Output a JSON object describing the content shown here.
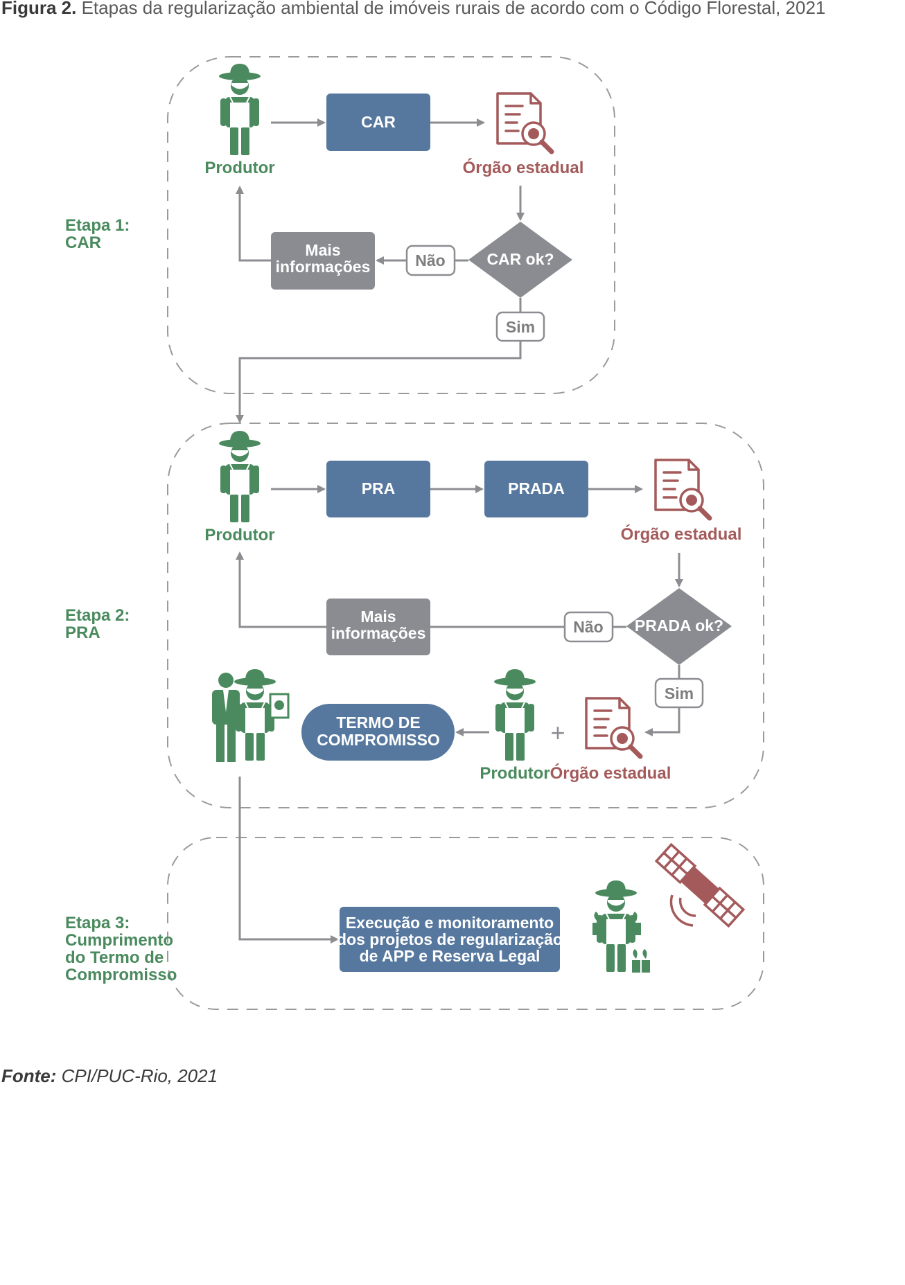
{
  "caption": {
    "label": "Figura 2.",
    "text": " Etapas da regularização ambiental de imóveis rurais de acordo com o Código Florestal, 2021"
  },
  "stages": {
    "s1_line1": "Etapa 1:",
    "s1_line2": "CAR",
    "s2_line1": "Etapa 2:",
    "s2_line2": "PRA",
    "s3_line1": "Etapa 3:",
    "s3_line2": "Cumprimento",
    "s3_line3": "do Termo de",
    "s3_line4": "Compromisso"
  },
  "actors": {
    "produtor": "Produtor",
    "orgao": "Órgão estadual"
  },
  "boxes": {
    "car": "CAR",
    "pra": "PRA",
    "prada": "PRADA",
    "mais_line1": "Mais",
    "mais_line2": "informações",
    "termo_line1": "TERMO DE",
    "termo_line2": "COMPROMISSO",
    "exec_line1": "Execução e monitoramento",
    "exec_line2": "dos projetos de regularização",
    "exec_line3": "de APP e Reserva Legal"
  },
  "decisions": {
    "car_ok": "CAR ok?",
    "prada_ok": "PRADA ok?"
  },
  "tags": {
    "nao": "Não",
    "sim": "Sim"
  },
  "plus": "+",
  "source": {
    "label": "Fonte:",
    "text": " CPI/PUC-Rio, 2021"
  },
  "colors": {
    "green": "#4a8a5e",
    "red": "#a45a5a",
    "blue": "#57789e",
    "grey_box": "#8b8c91",
    "line": "#8c8d91"
  },
  "icons": [
    "farmer-icon",
    "document-search-icon",
    "handshake-icon",
    "satellite-icon"
  ]
}
